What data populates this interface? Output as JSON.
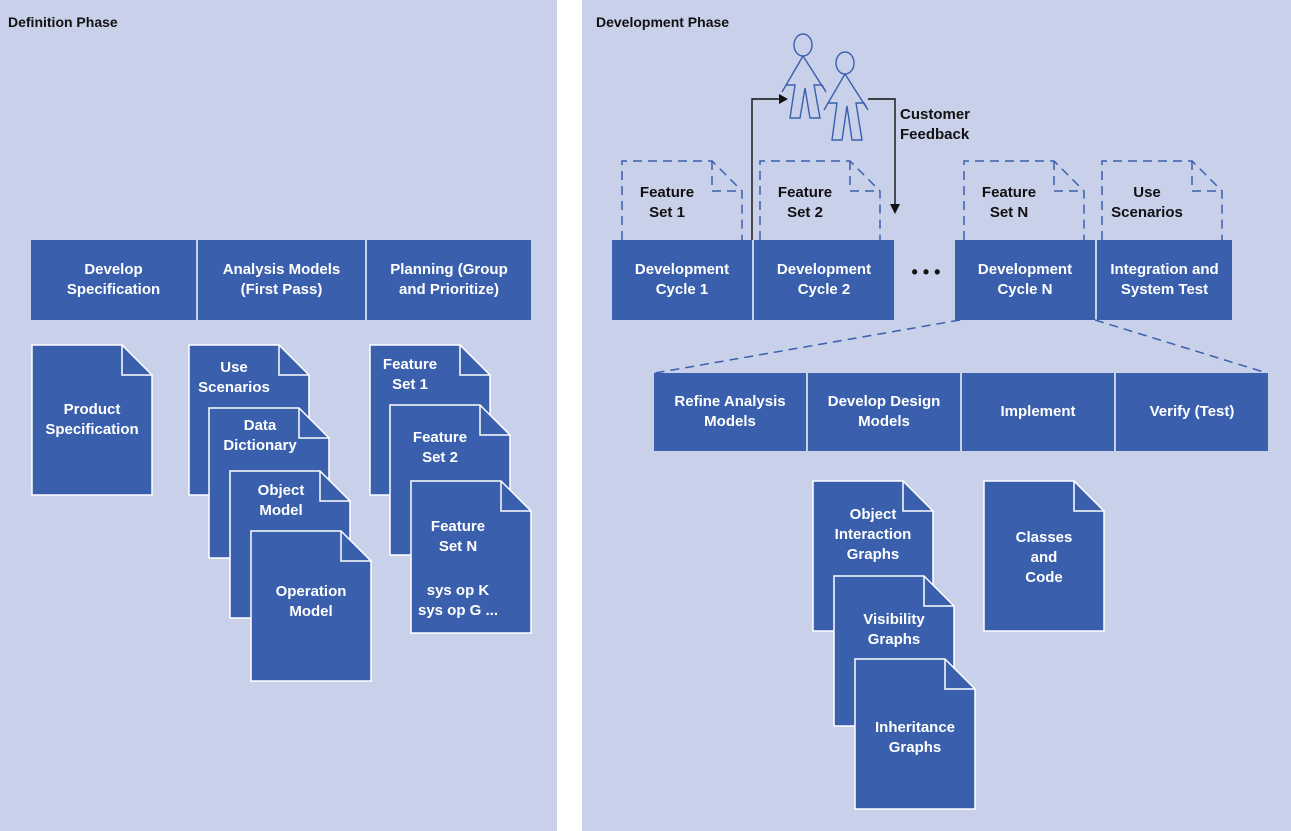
{
  "definition_phase": {
    "title": "Definition Phase",
    "steps": [
      "Develop\nSpecification",
      "Analysis Models\n(First Pass)",
      "Planning (Group\nand Prioritize)"
    ],
    "docs": {
      "product_spec": "Product\nSpecification",
      "use_scenarios": "Use\nScenarios",
      "data_dictionary": "Data\nDictionary",
      "object_model": "Object\nModel",
      "operation_model": "Operation\nModel",
      "feature_set_1": "Feature\nSet 1",
      "feature_set_2": "Feature\nSet 2",
      "feature_set_n": "Feature\nSet N",
      "sys_ops": "sys op K\nsys op G ..."
    }
  },
  "development_phase": {
    "title": "Development Phase",
    "customer_feedback": "Customer\nFeedback",
    "plans": [
      "Feature\nSet 1",
      "Feature\nSet 2",
      "Feature\nSet N",
      "Use\nScenarios"
    ],
    "cycles": [
      "Development\nCycle 1",
      "Development\nCycle 2",
      "Development\nCycle N",
      "Integration and\nSystem Test"
    ],
    "ellipsis": "• • •",
    "substeps": [
      "Refine Analysis\nModels",
      "Develop Design\nModels",
      "Implement",
      "Verify (Test)"
    ],
    "docs": {
      "object_interaction": "Object\nInteraction\nGraphs",
      "visibility": "Visibility\nGraphs",
      "inheritance": "Inheritance\nGraphs",
      "classes_code": "Classes\nand\nCode"
    }
  },
  "colors": {
    "panel": "#c8d0ea",
    "box": "#3a5fad",
    "stroke": "#3a5fad"
  }
}
